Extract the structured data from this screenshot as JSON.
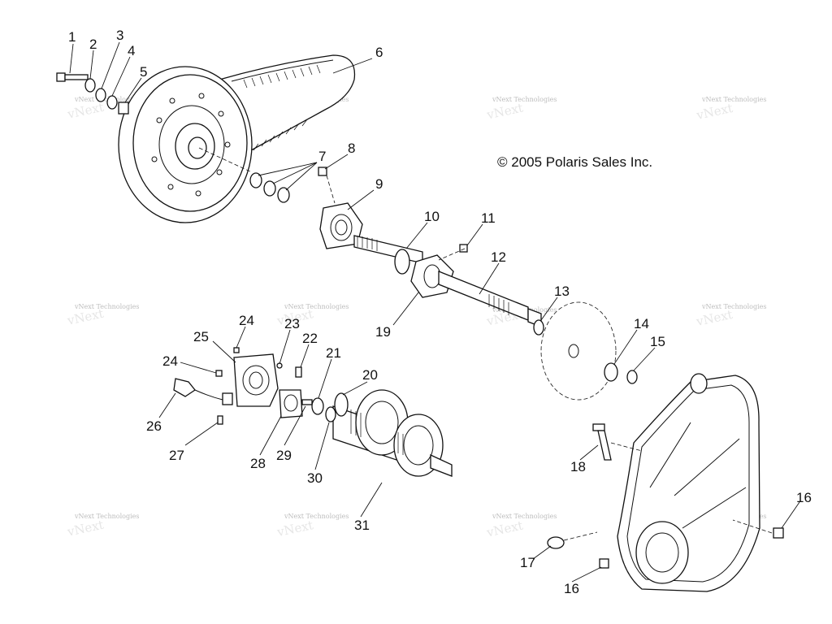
{
  "copyright": "© 2005 Polaris Sales Inc.",
  "watermark": "vNext Technologies",
  "callouts": {
    "c1": "1",
    "c2": "2",
    "c3": "3",
    "c4": "4",
    "c5": "5",
    "c6": "6",
    "c7": "7",
    "c8": "8",
    "c9": "9",
    "c10": "10",
    "c11": "11",
    "c12": "12",
    "c13": "13",
    "c14": "14",
    "c15": "15",
    "c16a": "16",
    "c16b": "16",
    "c17": "17",
    "c18": "18",
    "c19": "19",
    "c20": "20",
    "c21": "21",
    "c22": "22",
    "c23": "23",
    "c24a": "24",
    "c24b": "24",
    "c25": "25",
    "c26": "26",
    "c27": "27",
    "c28": "28",
    "c29": "29",
    "c30": "30",
    "c31": "31"
  }
}
